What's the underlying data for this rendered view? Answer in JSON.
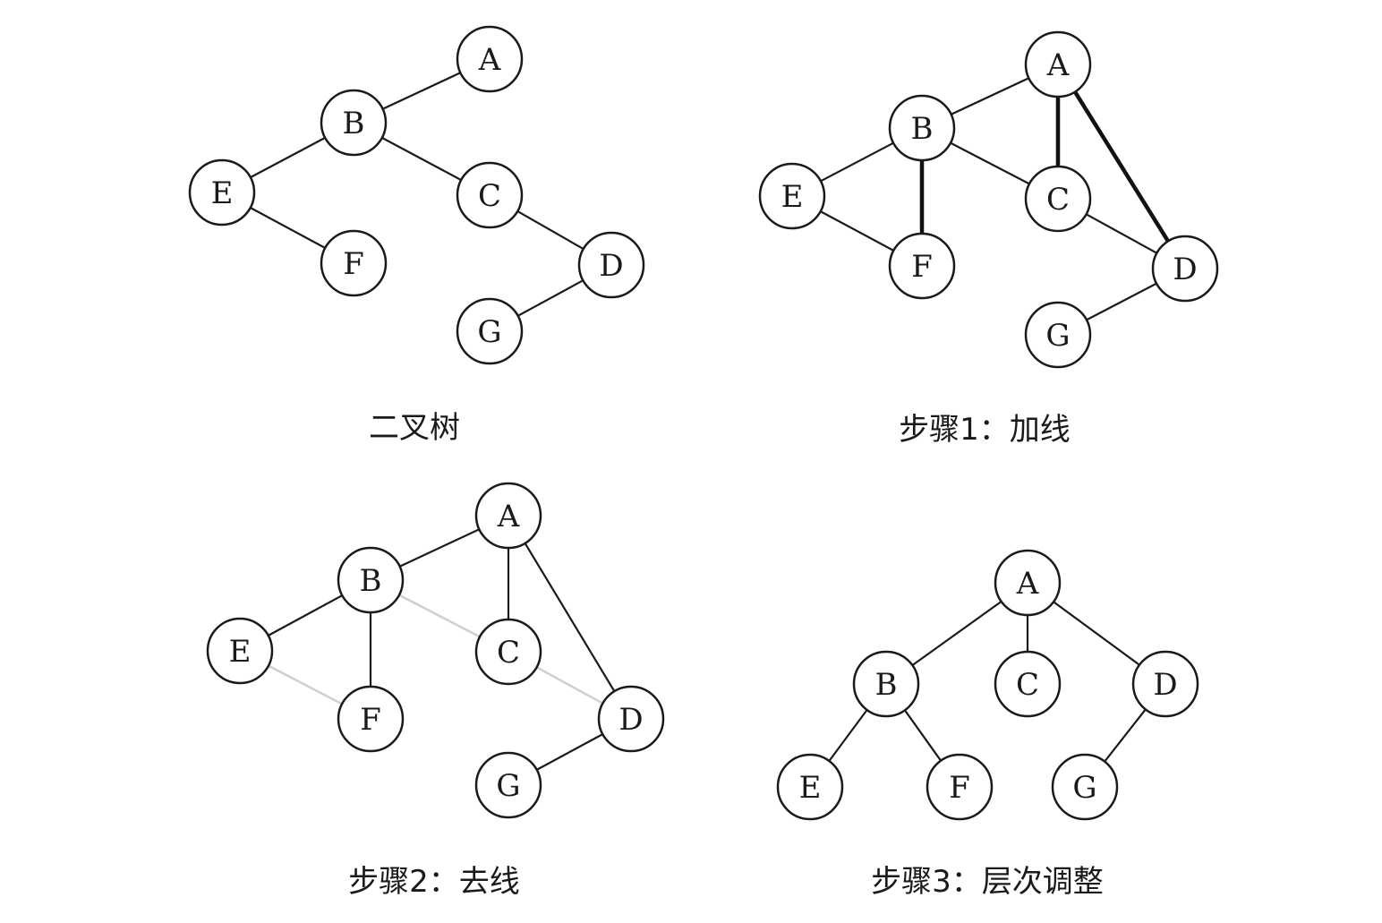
{
  "panels": [
    {
      "caption": "二叉树",
      "nodes": [
        "A",
        "B",
        "C",
        "D",
        "E",
        "F",
        "G"
      ],
      "edges": [
        {
          "from": "A",
          "to": "B",
          "style": "normal"
        },
        {
          "from": "B",
          "to": "E",
          "style": "normal"
        },
        {
          "from": "B",
          "to": "C",
          "style": "normal"
        },
        {
          "from": "E",
          "to": "F",
          "style": "normal"
        },
        {
          "from": "C",
          "to": "D",
          "style": "normal"
        },
        {
          "from": "D",
          "to": "G",
          "style": "normal"
        }
      ]
    },
    {
      "caption": "步骤1：加线",
      "nodes": [
        "A",
        "B",
        "C",
        "D",
        "E",
        "F",
        "G"
      ],
      "edges": [
        {
          "from": "A",
          "to": "B",
          "style": "normal"
        },
        {
          "from": "B",
          "to": "E",
          "style": "normal"
        },
        {
          "from": "B",
          "to": "C",
          "style": "normal"
        },
        {
          "from": "E",
          "to": "F",
          "style": "normal"
        },
        {
          "from": "C",
          "to": "D",
          "style": "normal"
        },
        {
          "from": "D",
          "to": "G",
          "style": "normal"
        },
        {
          "from": "B",
          "to": "F",
          "style": "bold"
        },
        {
          "from": "A",
          "to": "C",
          "style": "bold"
        },
        {
          "from": "A",
          "to": "D",
          "style": "bold"
        }
      ]
    },
    {
      "caption": "步骤2：去线",
      "nodes": [
        "A",
        "B",
        "C",
        "D",
        "E",
        "F",
        "G"
      ],
      "edges": [
        {
          "from": "A",
          "to": "B",
          "style": "normal"
        },
        {
          "from": "A",
          "to": "C",
          "style": "normal"
        },
        {
          "from": "A",
          "to": "D",
          "style": "normal"
        },
        {
          "from": "B",
          "to": "E",
          "style": "normal"
        },
        {
          "from": "B",
          "to": "F",
          "style": "normal"
        },
        {
          "from": "D",
          "to": "G",
          "style": "normal"
        },
        {
          "from": "B",
          "to": "C",
          "style": "faded"
        },
        {
          "from": "E",
          "to": "F",
          "style": "faded"
        },
        {
          "from": "C",
          "to": "D",
          "style": "faded"
        }
      ]
    },
    {
      "caption": "步骤3：层次调整",
      "nodes": [
        "A",
        "B",
        "C",
        "D",
        "E",
        "F",
        "G"
      ],
      "edges": [
        {
          "from": "A",
          "to": "B",
          "style": "normal"
        },
        {
          "from": "A",
          "to": "C",
          "style": "normal"
        },
        {
          "from": "A",
          "to": "D",
          "style": "normal"
        },
        {
          "from": "B",
          "to": "E",
          "style": "normal"
        },
        {
          "from": "B",
          "to": "F",
          "style": "normal"
        },
        {
          "from": "D",
          "to": "G",
          "style": "normal"
        }
      ]
    }
  ]
}
